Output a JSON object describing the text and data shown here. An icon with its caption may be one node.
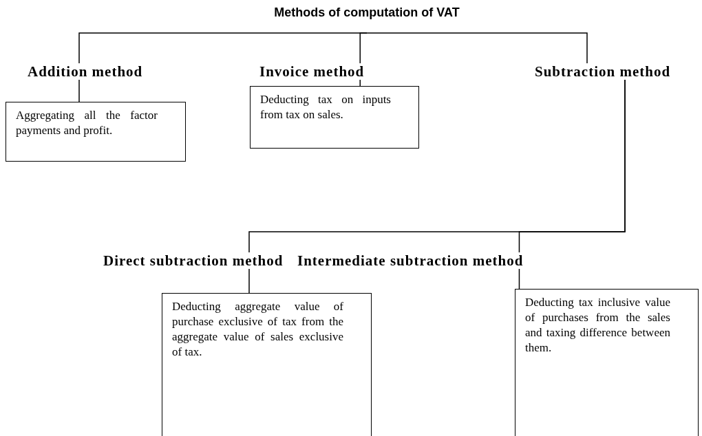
{
  "diagram": {
    "title": "Methods of computation of VAT",
    "nodes": [
      {
        "text": [
          "Addition method"
        ]
      },
      {
        "text": [
          "Invoice method"
        ]
      },
      {
        "text": [
          "Subtraction method"
        ]
      },
      {
        "text": [
          "Aggregating all the factor payments and profit."
        ]
      },
      {
        "text": [
          "Deducting tax on inputs from tax on sales."
        ]
      },
      {
        "text": [
          "Direct subtraction method"
        ]
      },
      {
        "text": [
          "Intermediate subtraction method"
        ]
      },
      {
        "text": [
          "Deducting aggregate value of purchase exclusive of tax from the aggregate value of sales exclusive of tax."
        ]
      },
      {
        "text": [
          "Deducting tax inclusive value of purchases from the sales and taxing difference between them."
        ]
      }
    ],
    "edges": [
      {
        "from": null,
        "to": 0,
        "arrow": "none"
      },
      {
        "from": null,
        "to": 1,
        "arrow": "none"
      },
      {
        "from": null,
        "to": 2,
        "arrow": "none"
      },
      {
        "from": 0,
        "to": 3,
        "arrow": "none"
      },
      {
        "from": 1,
        "to": 4,
        "arrow": "none"
      },
      {
        "from": 2,
        "to": 5,
        "arrow": "none"
      },
      {
        "from": 2,
        "to": 6,
        "arrow": "none"
      },
      {
        "from": 5,
        "to": 7,
        "arrow": "none"
      },
      {
        "from": 6,
        "to": 8,
        "arrow": "none"
      }
    ]
  }
}
